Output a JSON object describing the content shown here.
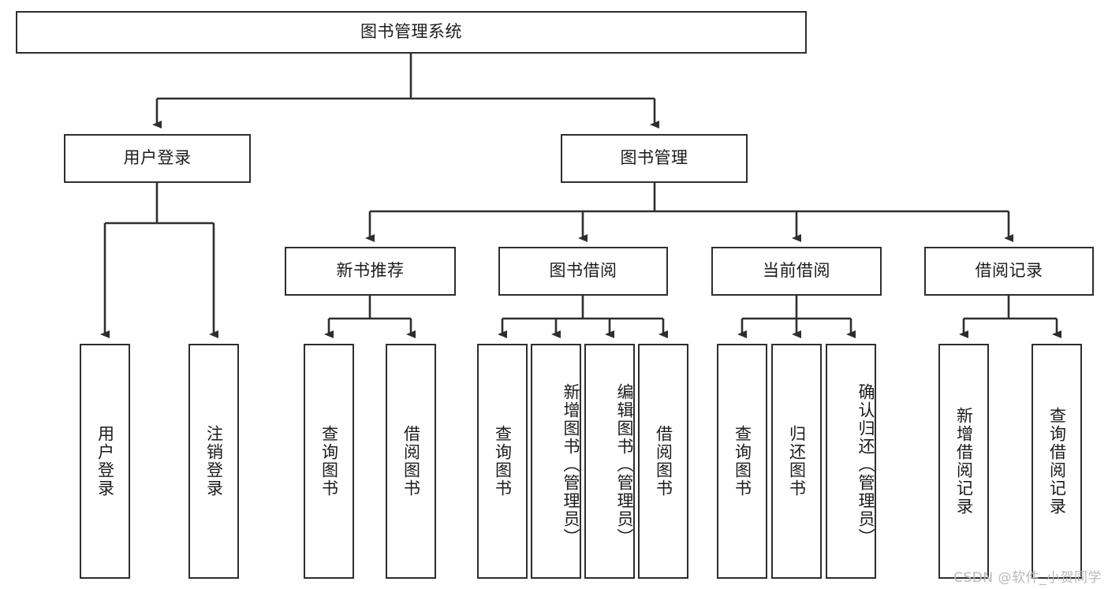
{
  "diagram": {
    "title": "图书管理系统",
    "type": "hierarchy-tree",
    "root": {
      "label": "图书管理系统"
    },
    "level2": [
      {
        "label": "用户登录"
      },
      {
        "label": "图书管理"
      }
    ],
    "level3": [
      {
        "label": "新书推荐"
      },
      {
        "label": "图书借阅"
      },
      {
        "label": "当前借阅"
      },
      {
        "label": "借阅记录"
      }
    ],
    "leaves": {
      "user_login": [
        {
          "label": "用户登录"
        },
        {
          "label": "注销登录"
        }
      ],
      "new_book_recommend": [
        {
          "label": "查询图书"
        },
        {
          "label": "借阅图书"
        }
      ],
      "book_borrow": [
        {
          "label": "查询图书"
        },
        {
          "label": "新增图书（管理员）"
        },
        {
          "label": "编辑图书（管理员）"
        },
        {
          "label": "借阅图书"
        }
      ],
      "current_borrow": [
        {
          "label": "查询图书"
        },
        {
          "label": "归还图书"
        },
        {
          "label": "确认归还（管理员）"
        }
      ],
      "borrow_record": [
        {
          "label": "新增借阅记录"
        },
        {
          "label": "查询借阅记录"
        }
      ]
    }
  },
  "watermark": {
    "text": "CSDN @软件_小贺同学"
  },
  "colors": {
    "box_border": "#2e2e2e",
    "box_fill": "#ffffff",
    "text": "#1b1b1b",
    "connector": "#2e2e2e",
    "watermark": "#b9b9b9"
  }
}
